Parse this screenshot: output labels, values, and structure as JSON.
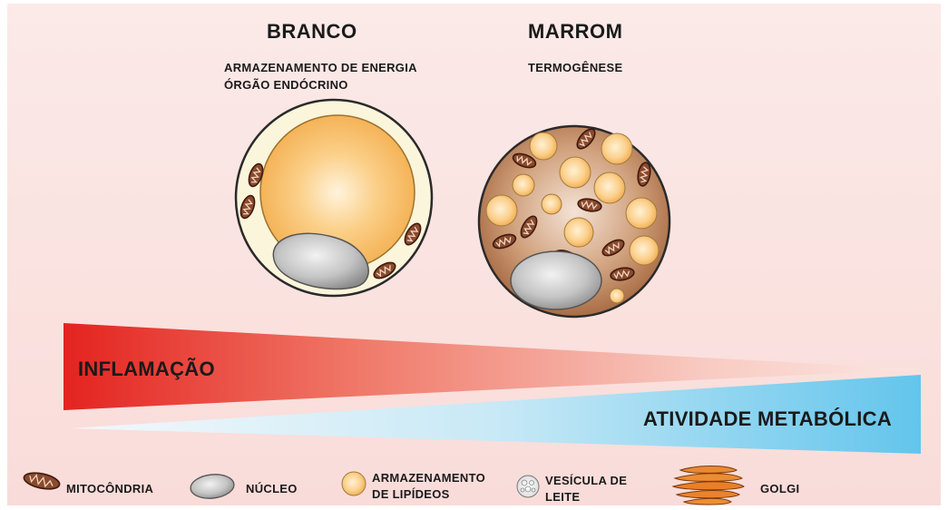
{
  "cells": {
    "white": {
      "title": "BRANCO",
      "functions": [
        "ARMAZENAMENTO DE ENERGIA",
        "ÓRGÃO ENDÓCRINO"
      ]
    },
    "brown": {
      "title": "MARROM",
      "functions": [
        "TERMOGÊNESE"
      ]
    }
  },
  "gradients": {
    "inflammation_label": "INFLAMAÇÃO",
    "metabolic_label": "ATIVIDADE METABÓLICA"
  },
  "legend": [
    {
      "icon": "mitochondria-icon",
      "lines": [
        "MITOCÔNDRIA"
      ]
    },
    {
      "icon": "nucleus-icon",
      "lines": [
        "NÚCLEO"
      ]
    },
    {
      "icon": "lipid-droplet-icon",
      "lines": [
        "ARMAZENAMENTO",
        "DE LIPÍDEOS"
      ]
    },
    {
      "icon": "milk-vesicle-icon",
      "lines": [
        "VESÍCULA DE",
        "LEITE"
      ]
    },
    {
      "icon": "golgi-icon",
      "lines": [
        "GOLGI"
      ]
    }
  ],
  "colors": {
    "background": "#fbe6e4",
    "inflammation": "#e42a22",
    "metabolic": "#5fc3ea",
    "lipid": "#f7b957",
    "cytoplasm_white": "#fbf5dc",
    "cytoplasm_brown": "#b27b55",
    "nucleus": "#9e9e9e",
    "mitochondria": "#7a3b25"
  }
}
